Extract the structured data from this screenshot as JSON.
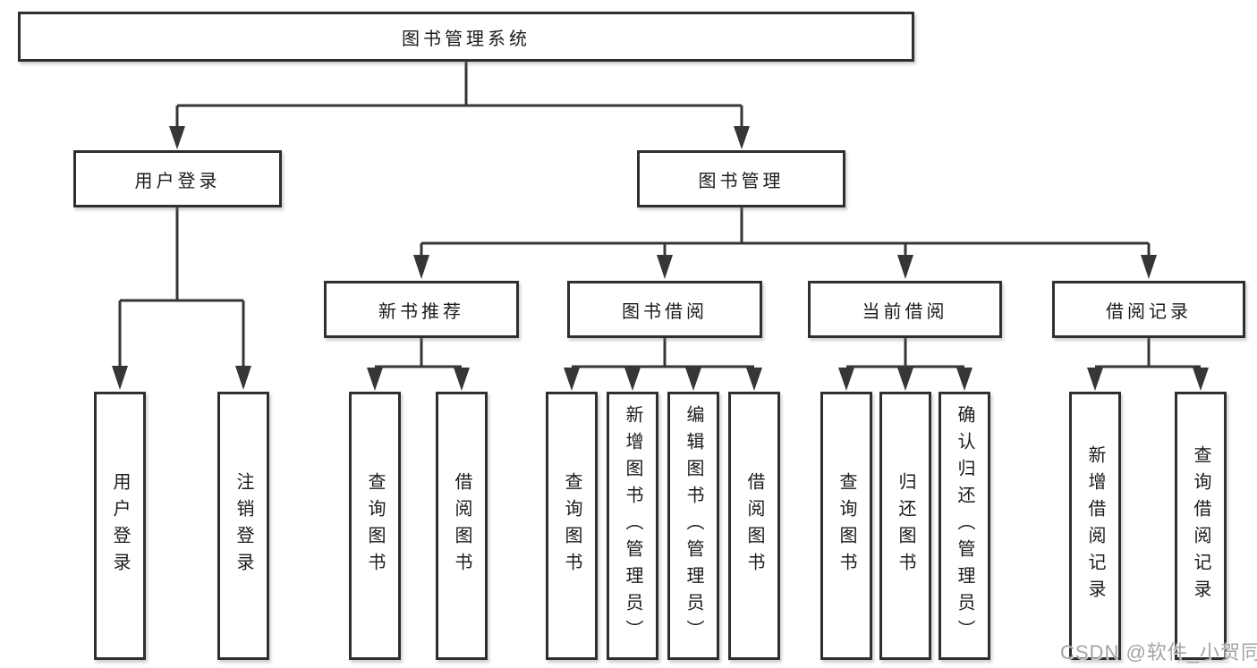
{
  "diagram": {
    "root": {
      "label": "图书管理系统"
    },
    "branches": [
      {
        "label": "用户登录",
        "children": [
          {
            "label": "用户登录"
          },
          {
            "label": "注销登录"
          }
        ]
      },
      {
        "label": "图书管理",
        "children": [
          {
            "label": "新书推荐",
            "children": [
              {
                "label": "查询图书"
              },
              {
                "label": "借阅图书"
              }
            ]
          },
          {
            "label": "图书借阅",
            "children": [
              {
                "label": "查询图书"
              },
              {
                "label": "新增图书（管理员）"
              },
              {
                "label": "编辑图书（管理员）"
              },
              {
                "label": "借阅图书"
              }
            ]
          },
          {
            "label": "当前借阅",
            "children": [
              {
                "label": "查询图书"
              },
              {
                "label": "归还图书"
              },
              {
                "label": "确认归还（管理员）"
              }
            ]
          },
          {
            "label": "借阅记录",
            "children": [
              {
                "label": "新增借阅记录"
              },
              {
                "label": "查询借阅记录"
              }
            ]
          }
        ]
      }
    ]
  },
  "watermark": {
    "text": "CSDN @软件_小贺同学"
  },
  "colors": {
    "line": "#363636",
    "box_border": "#2f2f2f",
    "box_fill": "#ffffff",
    "text": "#1b1b1b",
    "watermark": "#a3a3a3"
  }
}
